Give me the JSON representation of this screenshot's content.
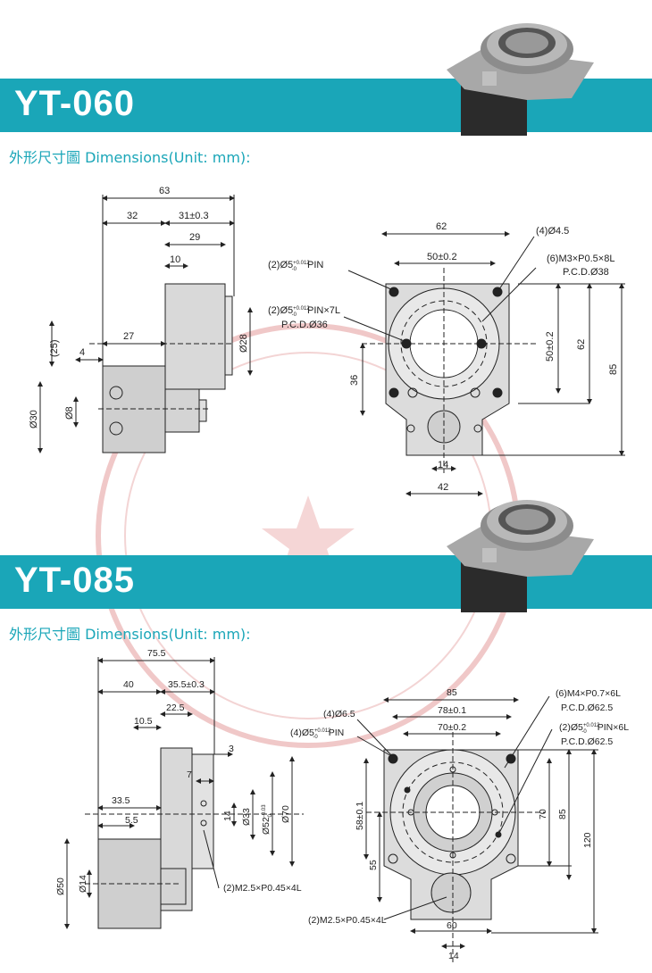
{
  "sections": [
    {
      "model": "YT-060",
      "dimension_heading": "外形尺寸圖 Dimensions(Unit: mm):",
      "side_view": {
        "overall_length": "63",
        "seg1": "32",
        "seg2": "31±0.3",
        "flange": "29",
        "step": "10",
        "height25": "(25)",
        "offset27": "27",
        "dim4": "4",
        "dia28": "Ø28",
        "dia30": "Ø30",
        "dia8": "Ø8"
      },
      "front_view": {
        "width62": "62",
        "hole4": "(4)Ø4.5",
        "pin2": "(2)Ø5",
        "pin2_tol_top": "+0.012",
        "pin2_tol_bot": "-0",
        "pin2_suffix": "PIN",
        "bolt_circle": "50±0.2",
        "thread6": "(6)M3×P0.5×8L",
        "pcd38": "P.C.D.Ø38",
        "pin2b": "(2)Ø5",
        "pin2b_tol_top": "+0.012",
        "pin2b_tol_bot": "-0",
        "pin2b_suffix": "PIN×7L",
        "pcd36": "P.C.D.Ø36",
        "vert50": "50±0.2",
        "vert62": "62",
        "vert85": "85",
        "dim36": "36",
        "dim14": "14",
        "dim42": "42"
      }
    },
    {
      "model": "YT-085",
      "dimension_heading": "外形尺寸圖 Dimensions(Unit: mm):",
      "side_view": {
        "overall_length": "75.5",
        "seg1": "40",
        "seg2": "35.5±0.3",
        "dim22_5": "22.5",
        "dim10_5": "10.5",
        "dim3": "3",
        "dim7": "7",
        "dim14": "14",
        "dia33": "Ø33",
        "dia52": "Ø52",
        "dia52_tol_top": "-0.03",
        "dia52_tol_bot": "0",
        "dia70": "Ø70",
        "dim33_5": "33.5",
        "dim5_5": "5.5",
        "dia50": "Ø50",
        "dia14": "Ø14",
        "thread2": "(2)M2.5×P0.45×4L"
      },
      "front_view": {
        "width85": "85",
        "dim78": "78±0.1",
        "dim70": "70±0.2",
        "hole4": "(4)Ø6.5",
        "pin4": "(4)Ø5",
        "pin4_tol_top": "+0.012",
        "pin4_tol_bot": "-0",
        "pin4_suffix": "PIN",
        "thread6": "(6)M4×P0.7×6L",
        "pcd62_5a": "P.C.D.Ø62.5",
        "pin2": "(2)Ø5",
        "pin2_tol_top": "+0.012",
        "pin2_tol_bot": "-0",
        "pin2_suffix": "PIN×6L",
        "pcd62_5b": "P.C.D.Ø62.5",
        "vert58": "58±0.1",
        "vert55": "55",
        "vert70": "70",
        "vert85": "85",
        "vert120": "120",
        "thread2b": "(2)M2.5×P0.45×4L",
        "dim60": "60",
        "dim14": "14"
      }
    }
  ],
  "colors": {
    "banner": "#1aa6b8",
    "heading": "#1aa6b8",
    "watermark": "#e8b8b8"
  }
}
